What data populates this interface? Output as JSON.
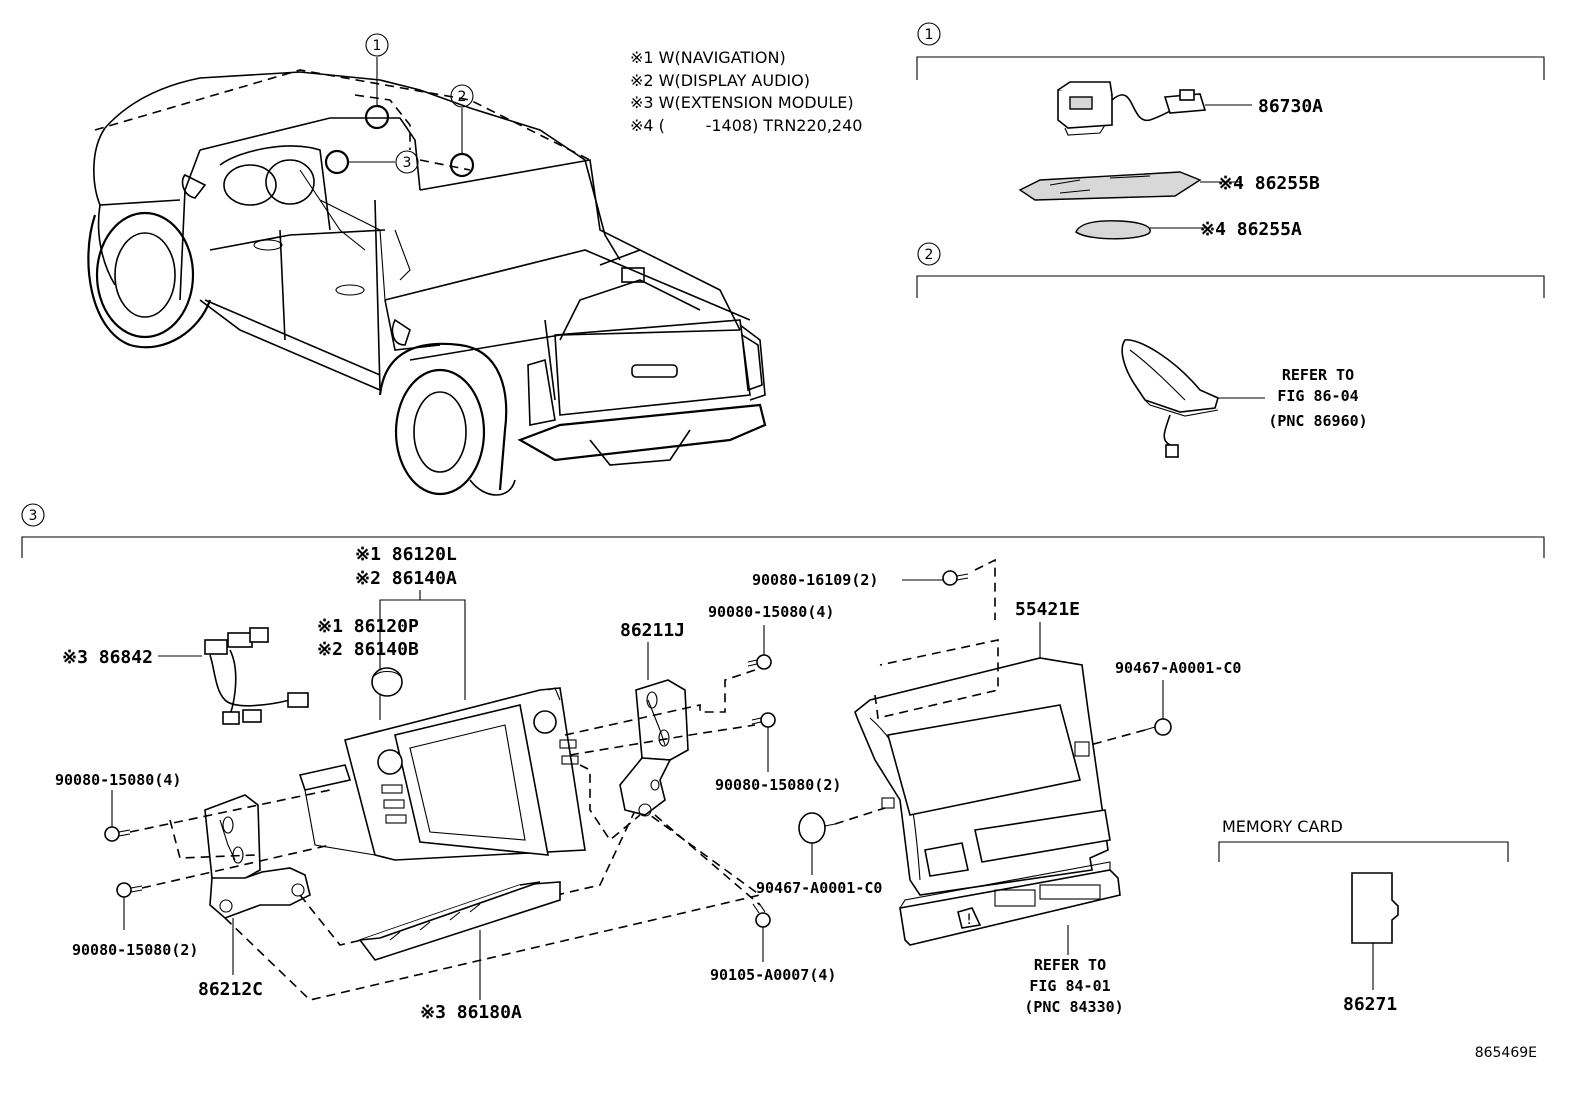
{
  "notes": [
    "※1 W(NAVIGATION)",
    "※2 W(DISPLAY AUDIO)",
    "※3 W(EXTENSION MODULE)",
    "※4 (        -1408) TRN220,240"
  ],
  "section_markers": {
    "s1": "1",
    "s2": "2",
    "s3": "3",
    "memory_card": "MEMORY CARD"
  },
  "callouts": [
    "1",
    "2",
    "3"
  ],
  "parts": {
    "p86730A": "86730A",
    "p86255B": "※4 86255B",
    "p86255A": "※4 86255A",
    "refer_antenna": [
      "REFER TO",
      "FIG 86-04",
      "(PNC 86960)"
    ],
    "p86120L": "※1 86120L",
    "p86140A": "※2 86140A",
    "p86120P": "※1 86120P",
    "p86140B": "※2 86140B",
    "p86842": "※3 86842",
    "p86211J": "86211J",
    "p90080_16109": "90080-16109(2)",
    "p90080_15080_4_top": "90080-15080(4)",
    "p90080_15080_2_right": "90080-15080(2)",
    "p55421E": "55421E",
    "p90467_right": "90467-A0001-C0",
    "p90467_left": "90467-A0001-C0",
    "p90080_15080_4_left": "90080-15080(4)",
    "p90080_15080_2_left": "90080-15080(2)",
    "p86212C": "86212C",
    "p86180A": "※3 86180A",
    "p90105": "90105-A0007(4)",
    "refer_panel": [
      "REFER TO",
      "FIG 84-01",
      "(PNC 84330)"
    ],
    "p86271": "86271"
  },
  "figure_id": "865469E"
}
